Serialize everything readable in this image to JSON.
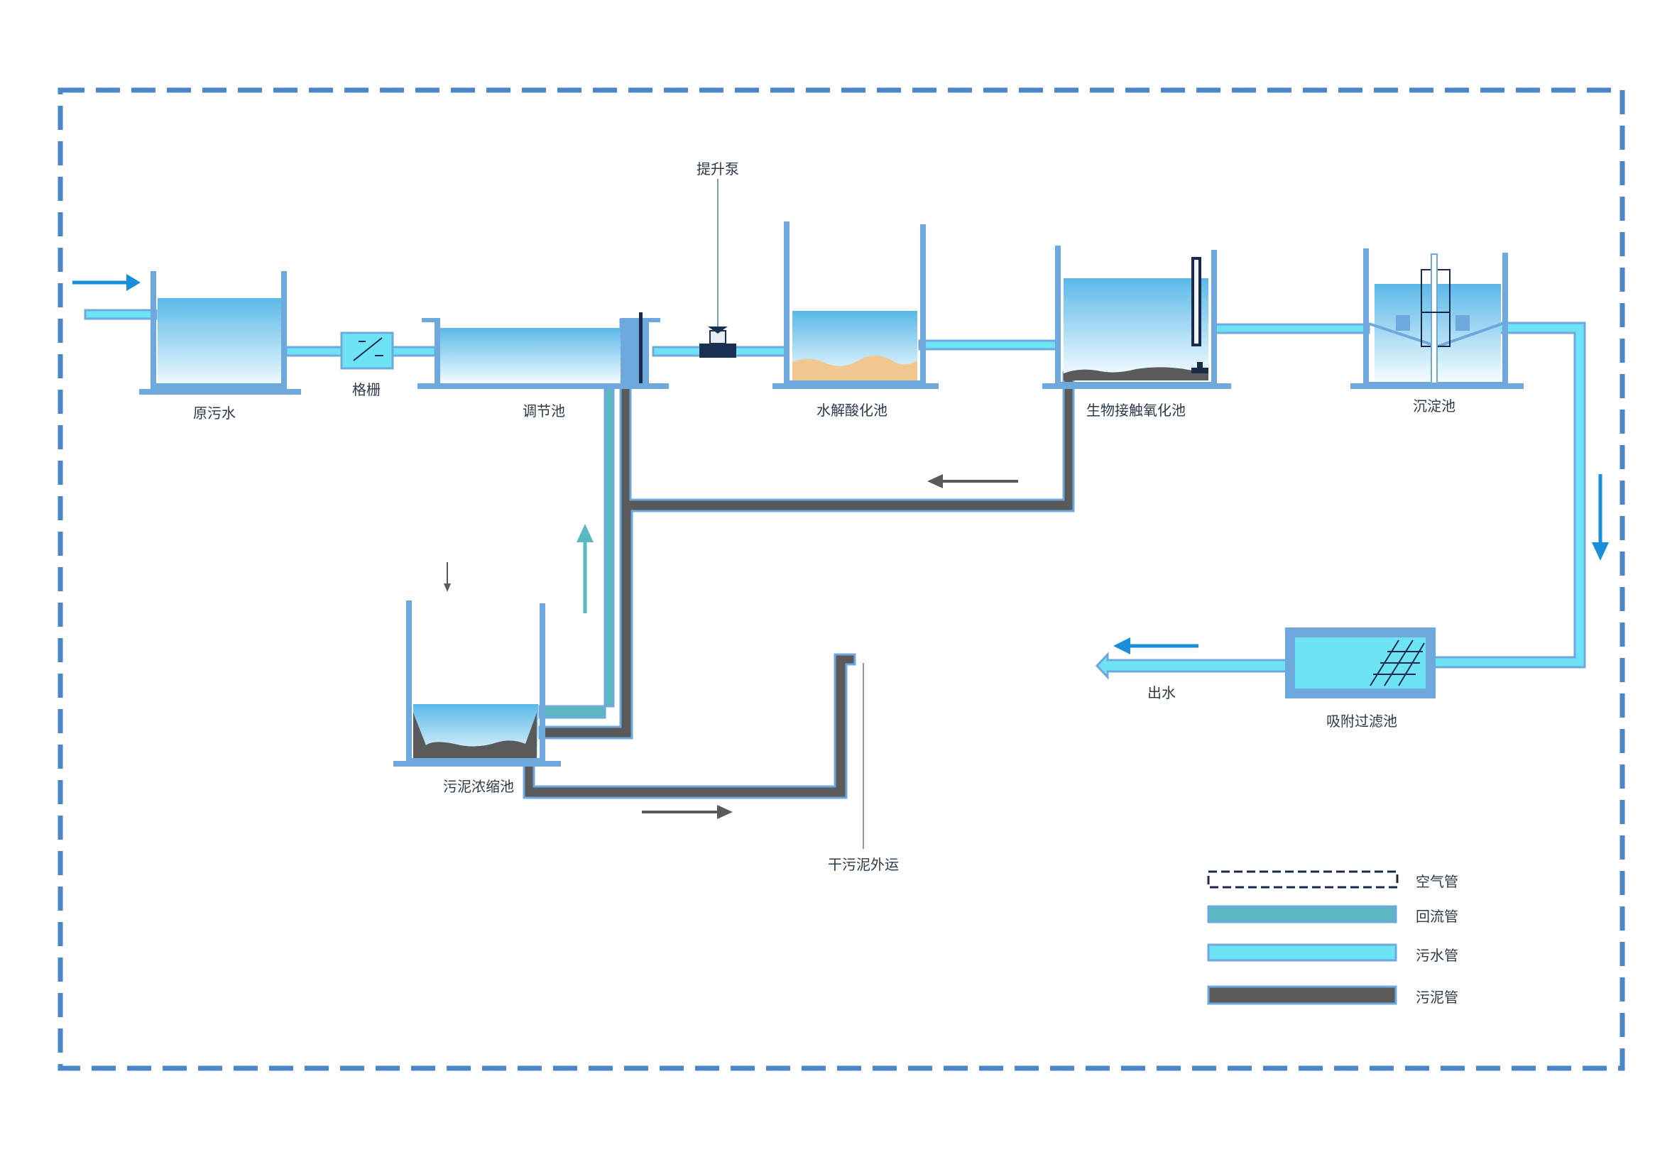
{
  "labels": {
    "raw_sewage": "原污水",
    "grille": "格栅",
    "adjust_tank": "调节池",
    "lift_pump": "提升泵",
    "hydrolysis_tank": "水解酸化池",
    "bio_tank": "生物接触氧化池",
    "settling_tank": "沉淀池",
    "filter_tank": "吸附过滤池",
    "outflow": "出水",
    "sludge_tank": "污泥浓缩池",
    "dry_sludge": "干污泥外运"
  },
  "legend": {
    "air_pipe": "空气管",
    "return_pipe": "回流管",
    "sewage_pipe": "污水管",
    "sludge_pipe": "污泥管"
  },
  "colors": {
    "border": "#4a86c8",
    "tank_wall": "#6fa8dc",
    "water_top": "#5bb8e8",
    "water_bottom": "#f0fbff",
    "sewage_pipe": "#6ee3f5",
    "return_pipe": "#5ab8c0",
    "sludge_pipe": "#5a5a5a",
    "arrow_blue": "#1a8ed8",
    "arrow_gray": "#5a5a5a",
    "arrow_teal": "#5ab8c0",
    "sand": "#f0c890",
    "air_pipe": "#1a2a4a"
  }
}
